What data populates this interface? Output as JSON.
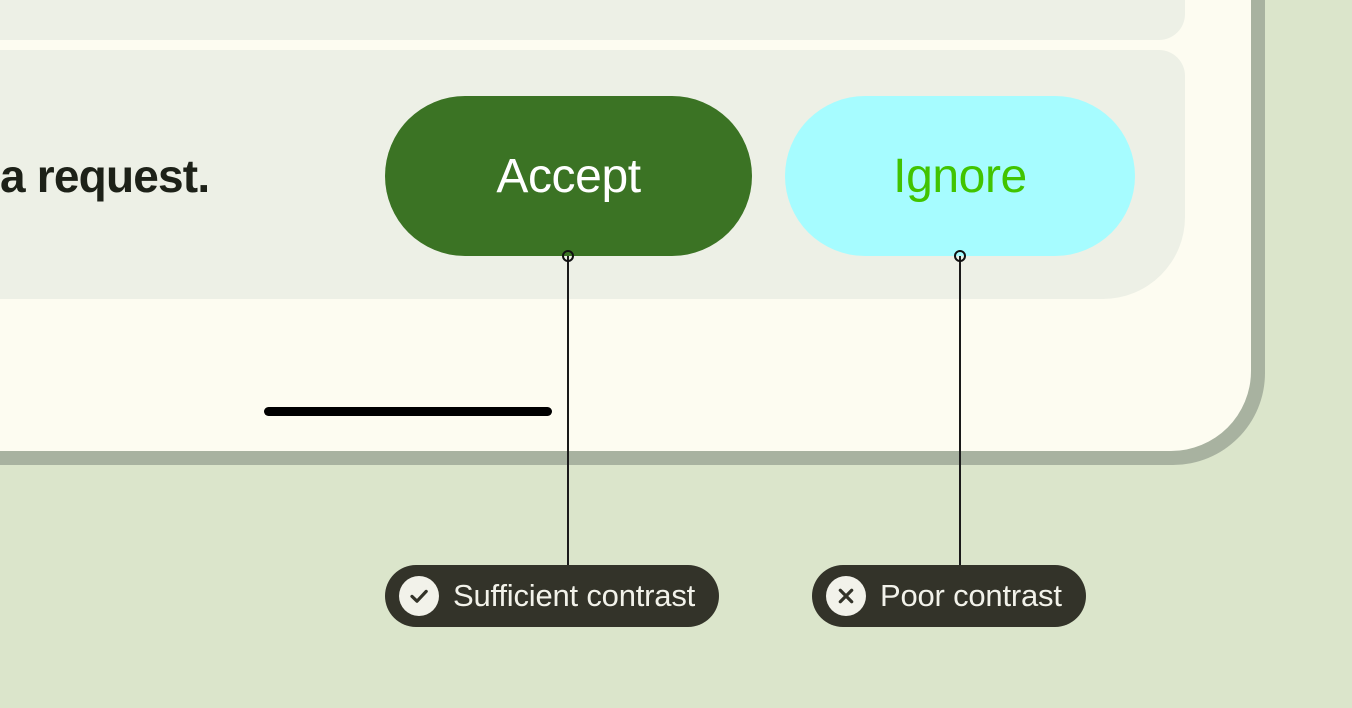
{
  "colors": {
    "page_background": "#DBE5CB",
    "device_bezel": "#A8B2A0",
    "device_screen": "#FDFCF1",
    "card_background": "#EDF0E6",
    "accept_button_fill": "#3B7324",
    "accept_button_text": "#FFFFFF",
    "ignore_button_fill": "#A6FCFF",
    "ignore_button_text": "#41C400",
    "annotation_pill_fill": "#333329",
    "annotation_pill_text": "#F2F2EA",
    "body_text": "#1D2118",
    "home_indicator": "#000000"
  },
  "device": {
    "card_top": {},
    "card_bottom": {
      "body_text": "a request.",
      "buttons": [
        {
          "label": "Accept",
          "icon": "",
          "style": "primary-filled"
        },
        {
          "label": "Ignore",
          "icon": "",
          "style": "secondary-filled"
        }
      ]
    },
    "home_indicator_name": "home-indicator"
  },
  "annotations": [
    {
      "label": "Sufficient contrast",
      "icon": "check-circle-icon",
      "target": "Accept"
    },
    {
      "label": "Poor contrast",
      "icon": "x-circle-icon",
      "target": "Ignore"
    }
  ]
}
